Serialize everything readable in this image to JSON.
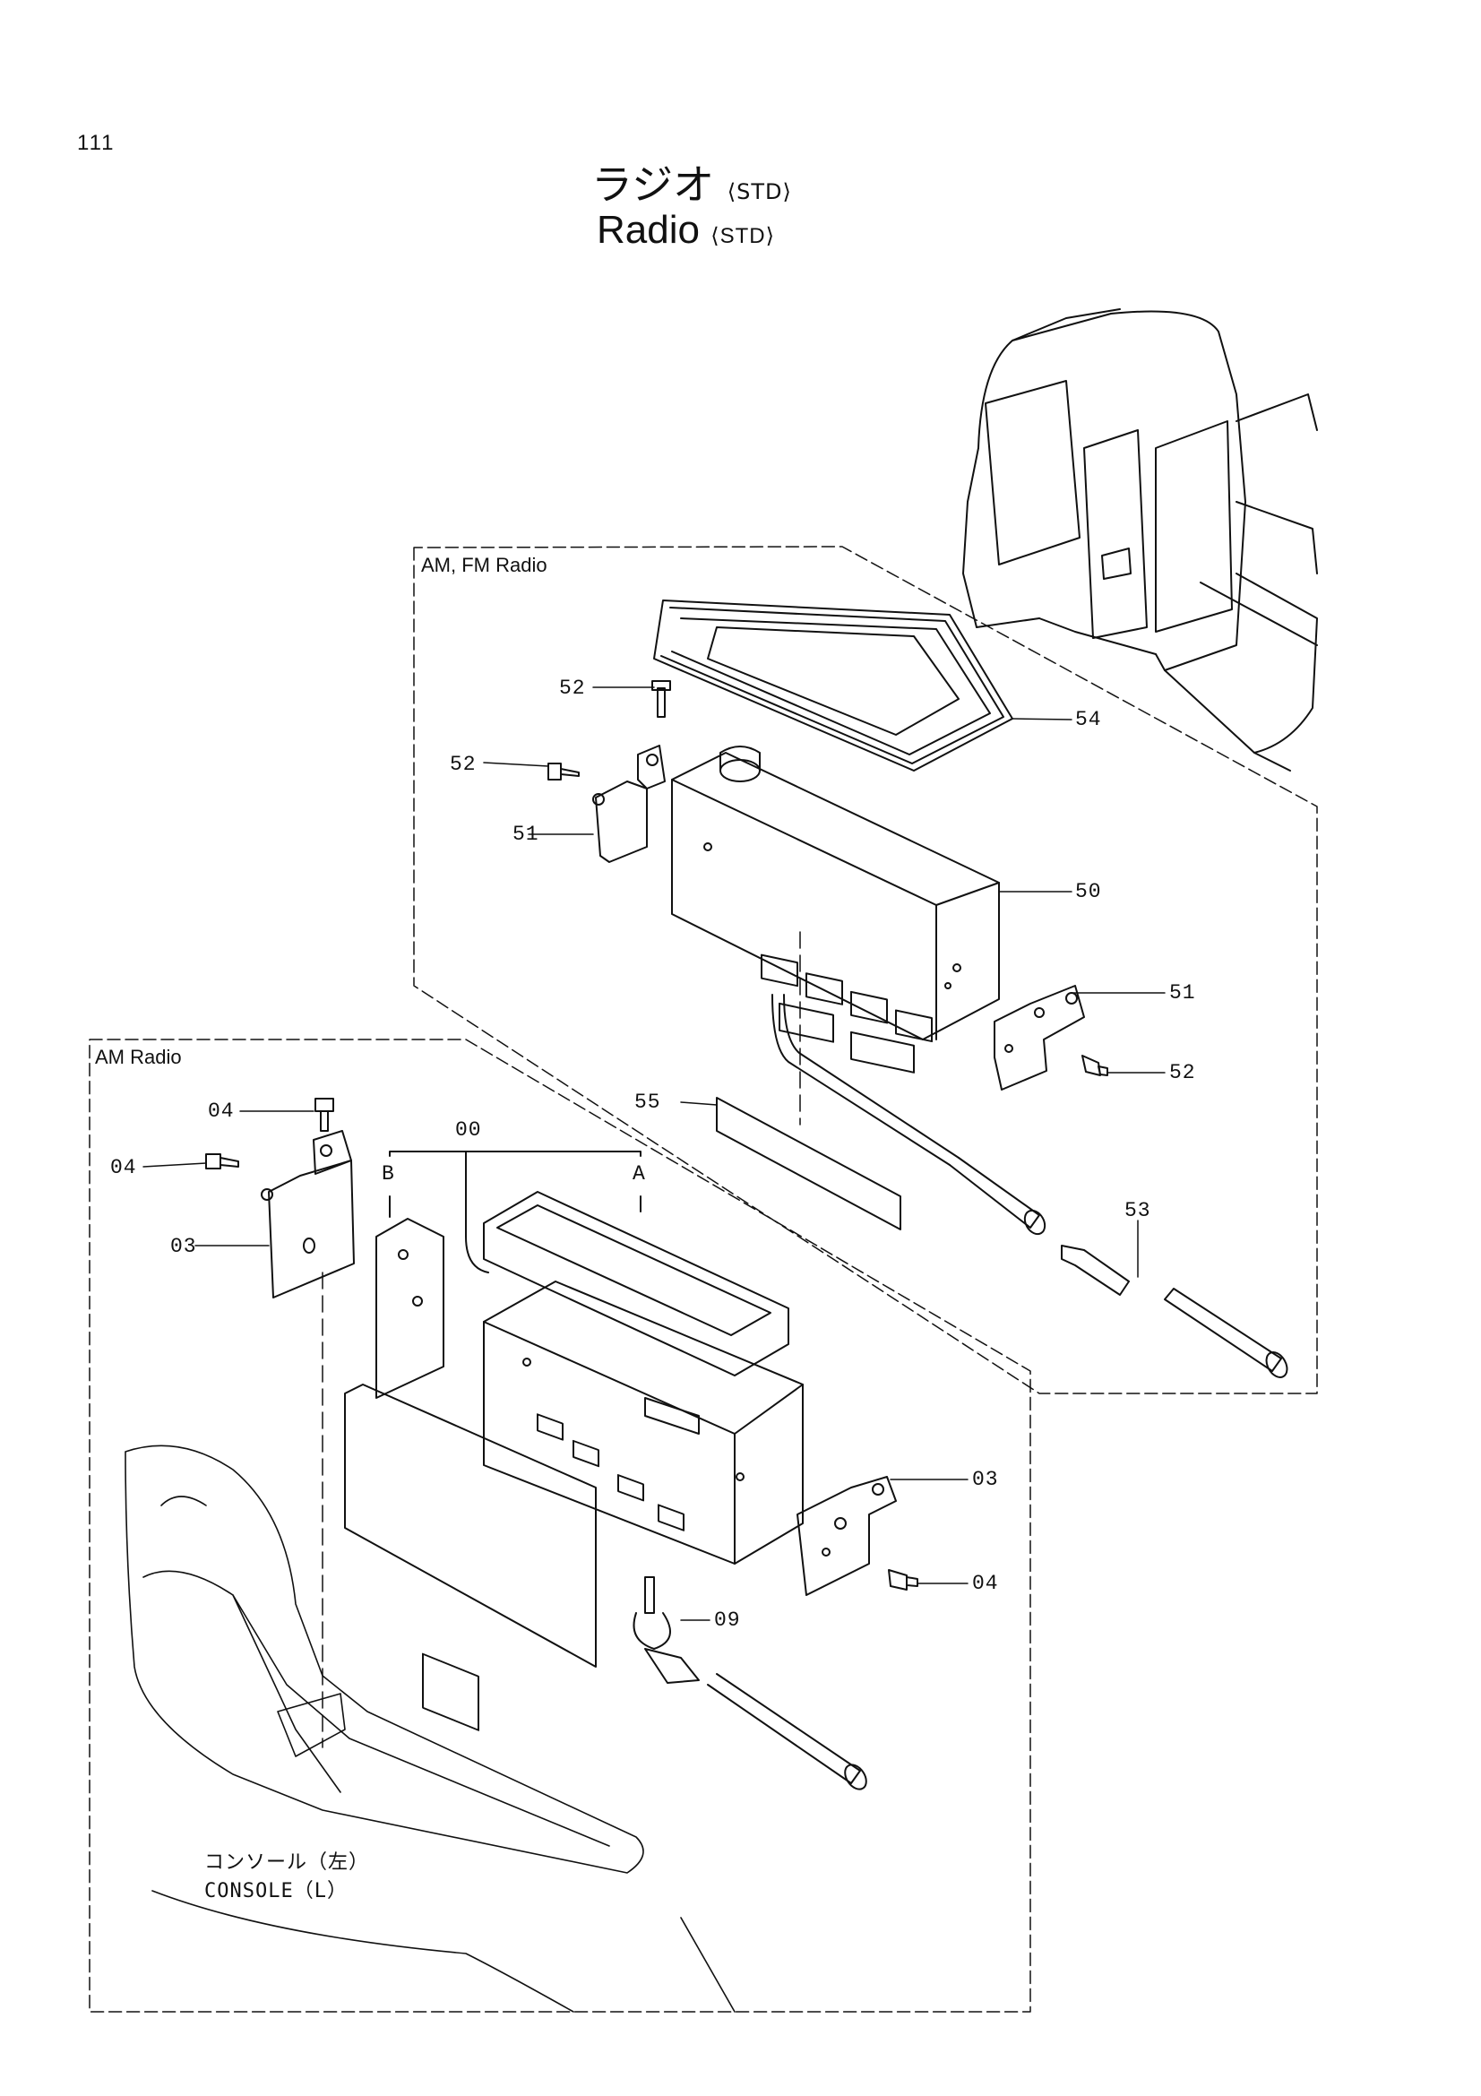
{
  "page_number": "111",
  "title": {
    "jp": "ラジオ",
    "en": "Radio",
    "variant_tag": "STD"
  },
  "groups": {
    "fm": {
      "label": "AM, FM Radio"
    },
    "am": {
      "label": "AM Radio"
    }
  },
  "callouts": {
    "c52a": "52",
    "c52b": "52",
    "c51a": "51",
    "c54": "54",
    "c50": "50",
    "c51b": "51",
    "c52c": "52",
    "c55": "55",
    "c53": "53",
    "c04a": "04",
    "c04b": "04",
    "c03a": "03",
    "c00": "00",
    "cB": "B",
    "cA": "A",
    "c03b": "03",
    "c04c": "04",
    "c09": "09"
  },
  "console_label": {
    "jp": "コンソール（左）",
    "en": "CONSOLE（L）"
  },
  "colors": {
    "ink": "#111111",
    "paper": "#ffffff"
  }
}
